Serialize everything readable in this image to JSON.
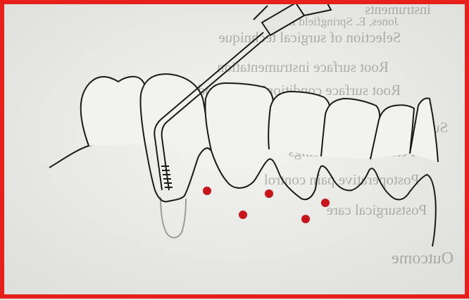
{
  "photo": {
    "frame_color": "#e8201c",
    "marker_color": "#c8141c",
    "paper_color": "#ececea",
    "ink_color": "#1a1a1a",
    "bleed_through_text": [
      "Jones, E. Springfield L. Eng",
      "instruments",
      "Selection of surgical technique",
      "Root surface instrumentation",
      "Root surface conditioning/biomodification",
      "Suturing",
      "Periodontal dressings",
      "Postoperative pain control",
      "Postsurgical care",
      "Outcome"
    ]
  },
  "illustration": {
    "subject": "periodontal probe inserted into a pocket of a lower tooth row, with red dots marking sites",
    "probe_icon": "periodontal-probe-icon",
    "marker_count": 5
  }
}
